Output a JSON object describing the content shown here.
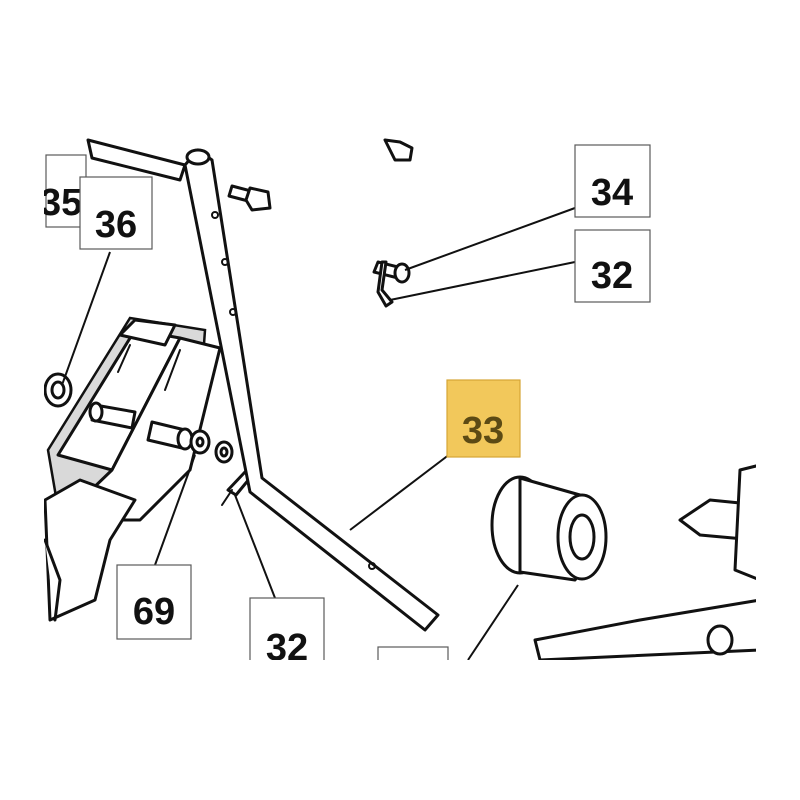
{
  "callouts": {
    "c35": "35",
    "c36": "36",
    "c34": "34",
    "c32_top": "32",
    "c33": "33",
    "c69": "69",
    "c32_bottom": "32"
  },
  "colors": {
    "highlight": "#f2c85b",
    "outline": "#111111"
  }
}
